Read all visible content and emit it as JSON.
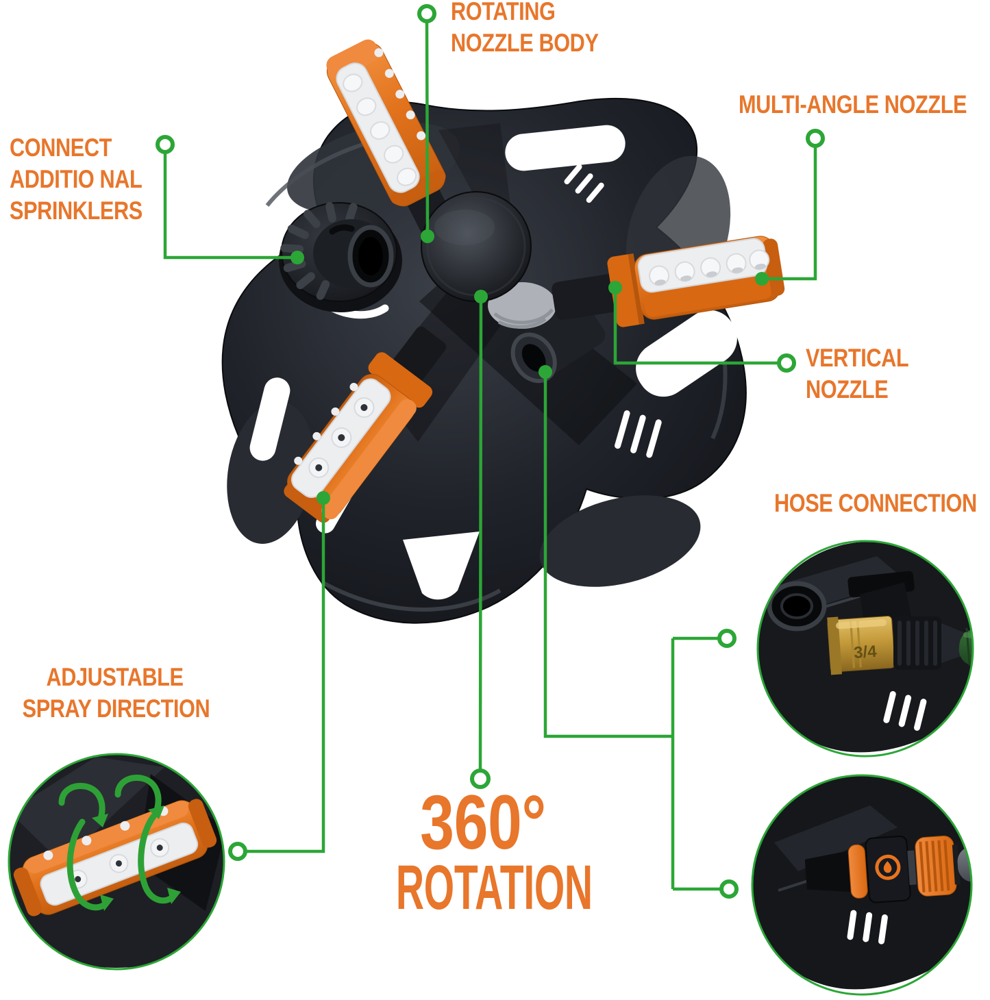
{
  "colors": {
    "background": "#FFFFFF",
    "label_orange": "#E8762B",
    "leader_green": "#2CA636",
    "arrow_green": "#2EA136",
    "base_black": "#1B1E23",
    "arm_orange": "#E8741F",
    "nozzle_white": "#EDEEF0",
    "brass_gold": "#C9A44F",
    "hose_green": "#2B5A2D"
  },
  "callouts": {
    "rotating_nozzle_body": {
      "line1": "ROTATING",
      "line2": "NOZZLE BODY"
    },
    "multi_angle_nozzle": {
      "text": "MULTI-ANGLE NOZZLE"
    },
    "connect_additional_sprinklers": {
      "line1": "CONNECT",
      "line2": "ADDITIO NAL",
      "line3": "SPRINKLERS"
    },
    "vertical_nozzle": {
      "line1": "VERTICAL",
      "line2": "NOZZLE"
    },
    "hose_connection": {
      "text": "HOSE CONNECTION"
    },
    "adjustable_spray_direction": {
      "line1": "ADJUSTABLE",
      "line2": "SPRAY DIRECTION"
    },
    "rotation": {
      "degrees": "360°",
      "word": "ROTATION"
    }
  },
  "insets": {
    "hose_connection": {
      "brass_fitting_size": "3/4"
    },
    "markers": {
      "callout_anchor": "green-ring",
      "attachment_point": "green-dot",
      "rotation_arrows": "green-curved-arrows"
    }
  }
}
